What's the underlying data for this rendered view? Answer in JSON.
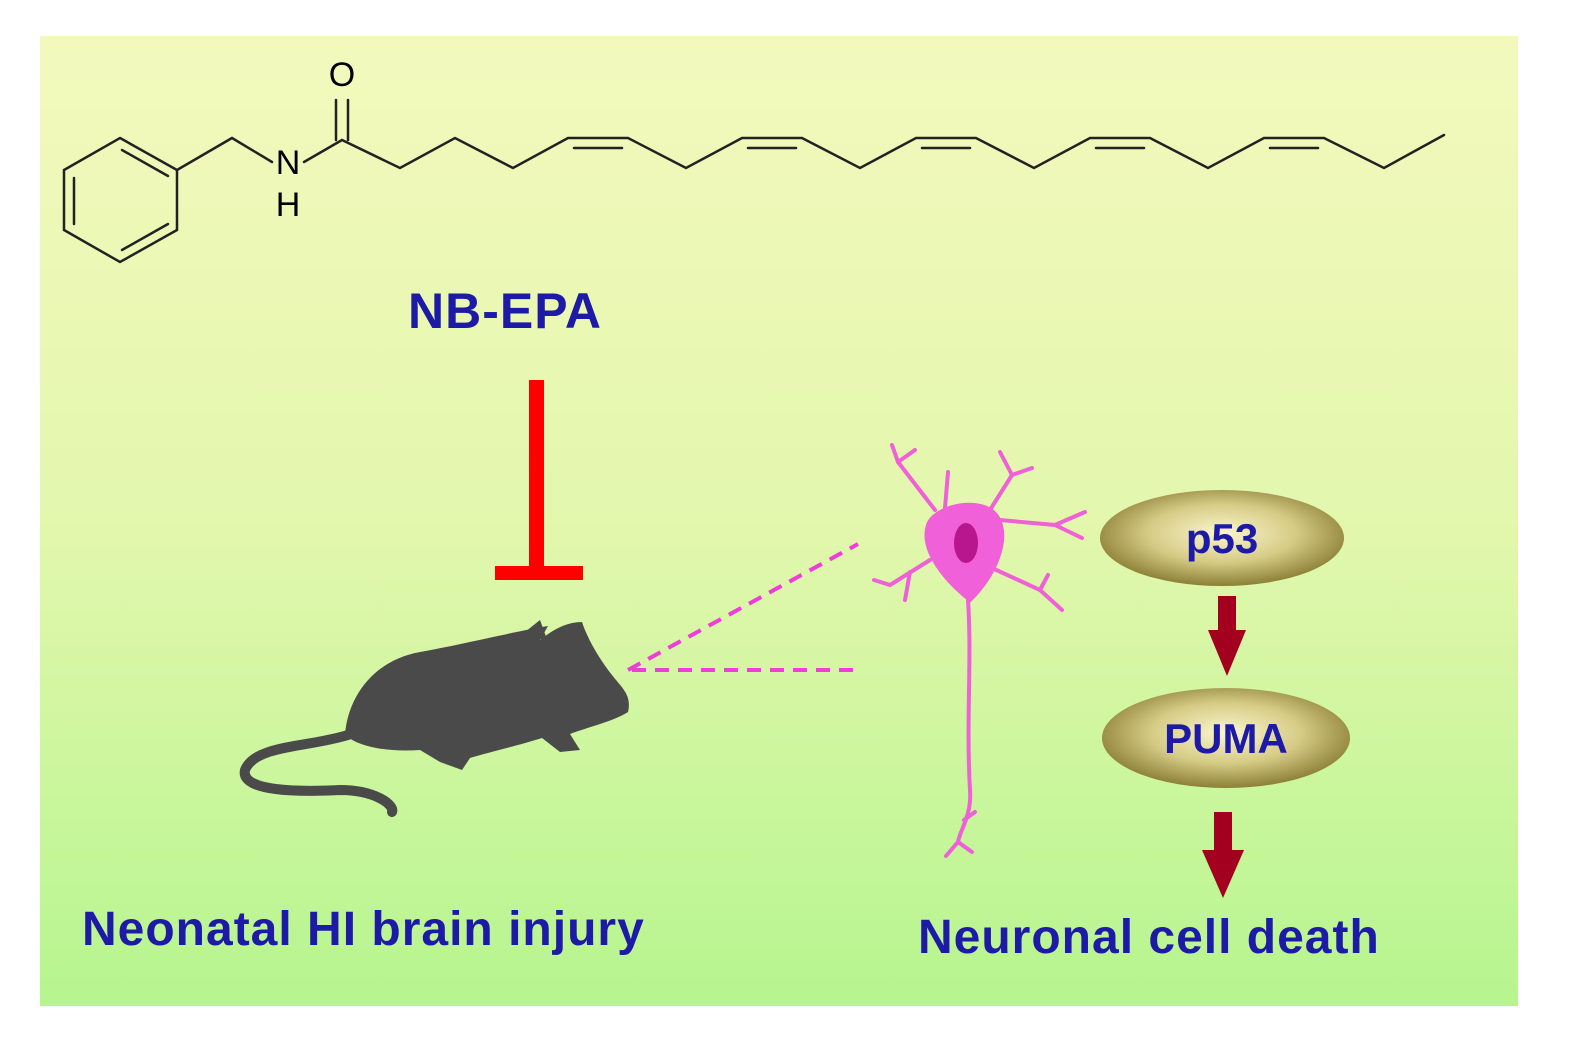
{
  "structure": {
    "atoms": {
      "oxygen": "O",
      "nitrogen": "N",
      "hydrogen": "H"
    }
  },
  "labels": {
    "compound": "NB-EPA",
    "injury": "Neonatal HI brain injury",
    "outcome": "Neuronal cell death"
  },
  "pathway": {
    "nodes": [
      "p53",
      "PUMA"
    ]
  },
  "colors": {
    "label_text": "#1d1aa6",
    "inhibition": "#ff0000",
    "pathway_arrow": "#a3001f",
    "neuron": "#f060d8",
    "mouse": "#4a4a4a",
    "node_fill": "#b7aa5a"
  }
}
